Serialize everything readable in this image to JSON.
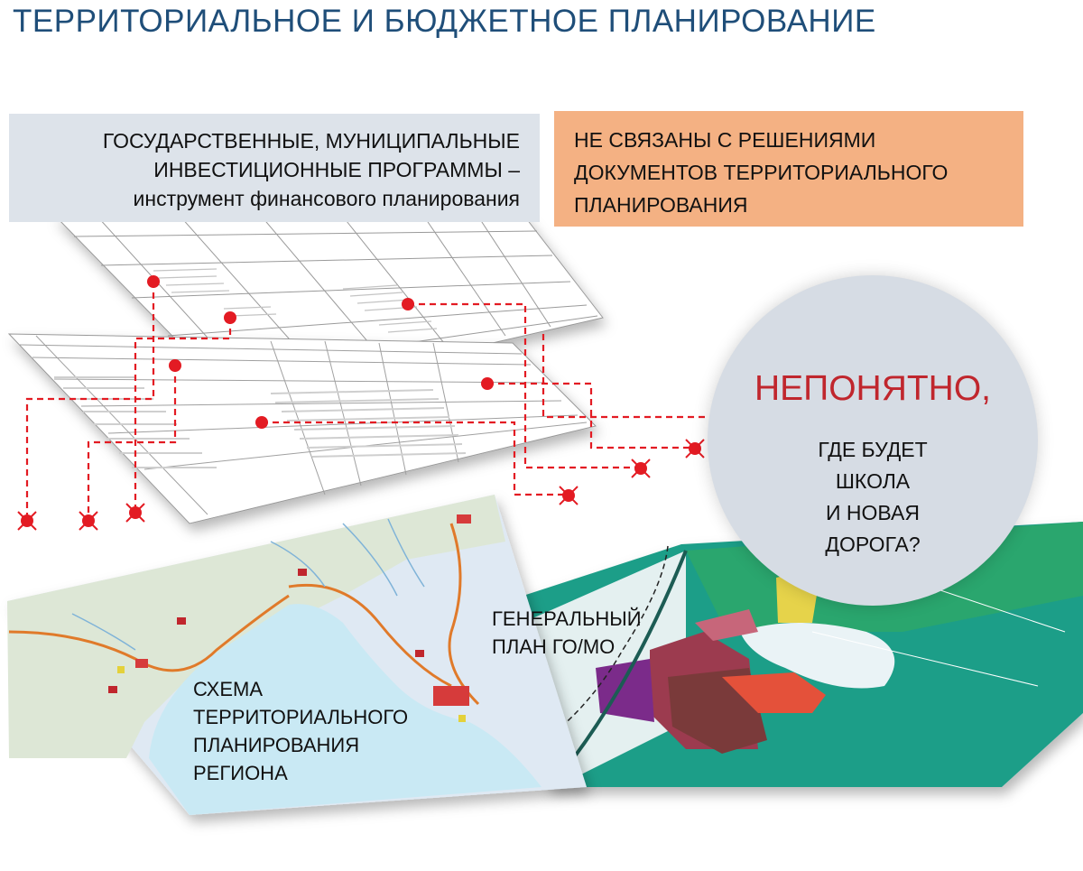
{
  "title": "ТЕРРИТОРИАЛЬНОЕ И БЮДЖЕТНОЕ ПЛАНИРОВАНИЕ",
  "left_box": {
    "lines": [
      "ГОСУДАРСТВЕННЫЕ, МУНИЦИПАЛЬНЫЕ",
      "ИНВЕСТИЦИОННЫЕ ПРОГРАММЫ –",
      "инструмент финансового планирования"
    ]
  },
  "right_box": {
    "lines": [
      "НЕ СВЯЗАНЫ С РЕШЕНИЯМИ",
      "ДОКУМЕНТОВ ТЕРРИТОРИАЛЬНОГО",
      "ПЛАНИРОВАНИЯ"
    ]
  },
  "circle": {
    "headline": "НЕПОНЯТНО,",
    "lines": [
      "ГДЕ БУДЕТ",
      "ШКОЛА",
      "И НОВАЯ",
      "ДОРОГА?"
    ]
  },
  "labels": {
    "general_plan": [
      "ГЕНЕРАЛЬНЫЙ",
      "ПЛАН ГО/МО"
    ],
    "regional_scheme": [
      "СХЕМА",
      "ТЕРРИТОРИАЛЬНОГО",
      "ПЛАНИРОВАНИЯ",
      "РЕГИОНА"
    ]
  },
  "colors": {
    "title": "#1f4e79",
    "left_box_bg": "#dde3ea",
    "right_box_bg": "#f4b183",
    "circle_bg": "#d6dce4",
    "accent_red": "#c0262d",
    "connector": "#e31b23"
  }
}
